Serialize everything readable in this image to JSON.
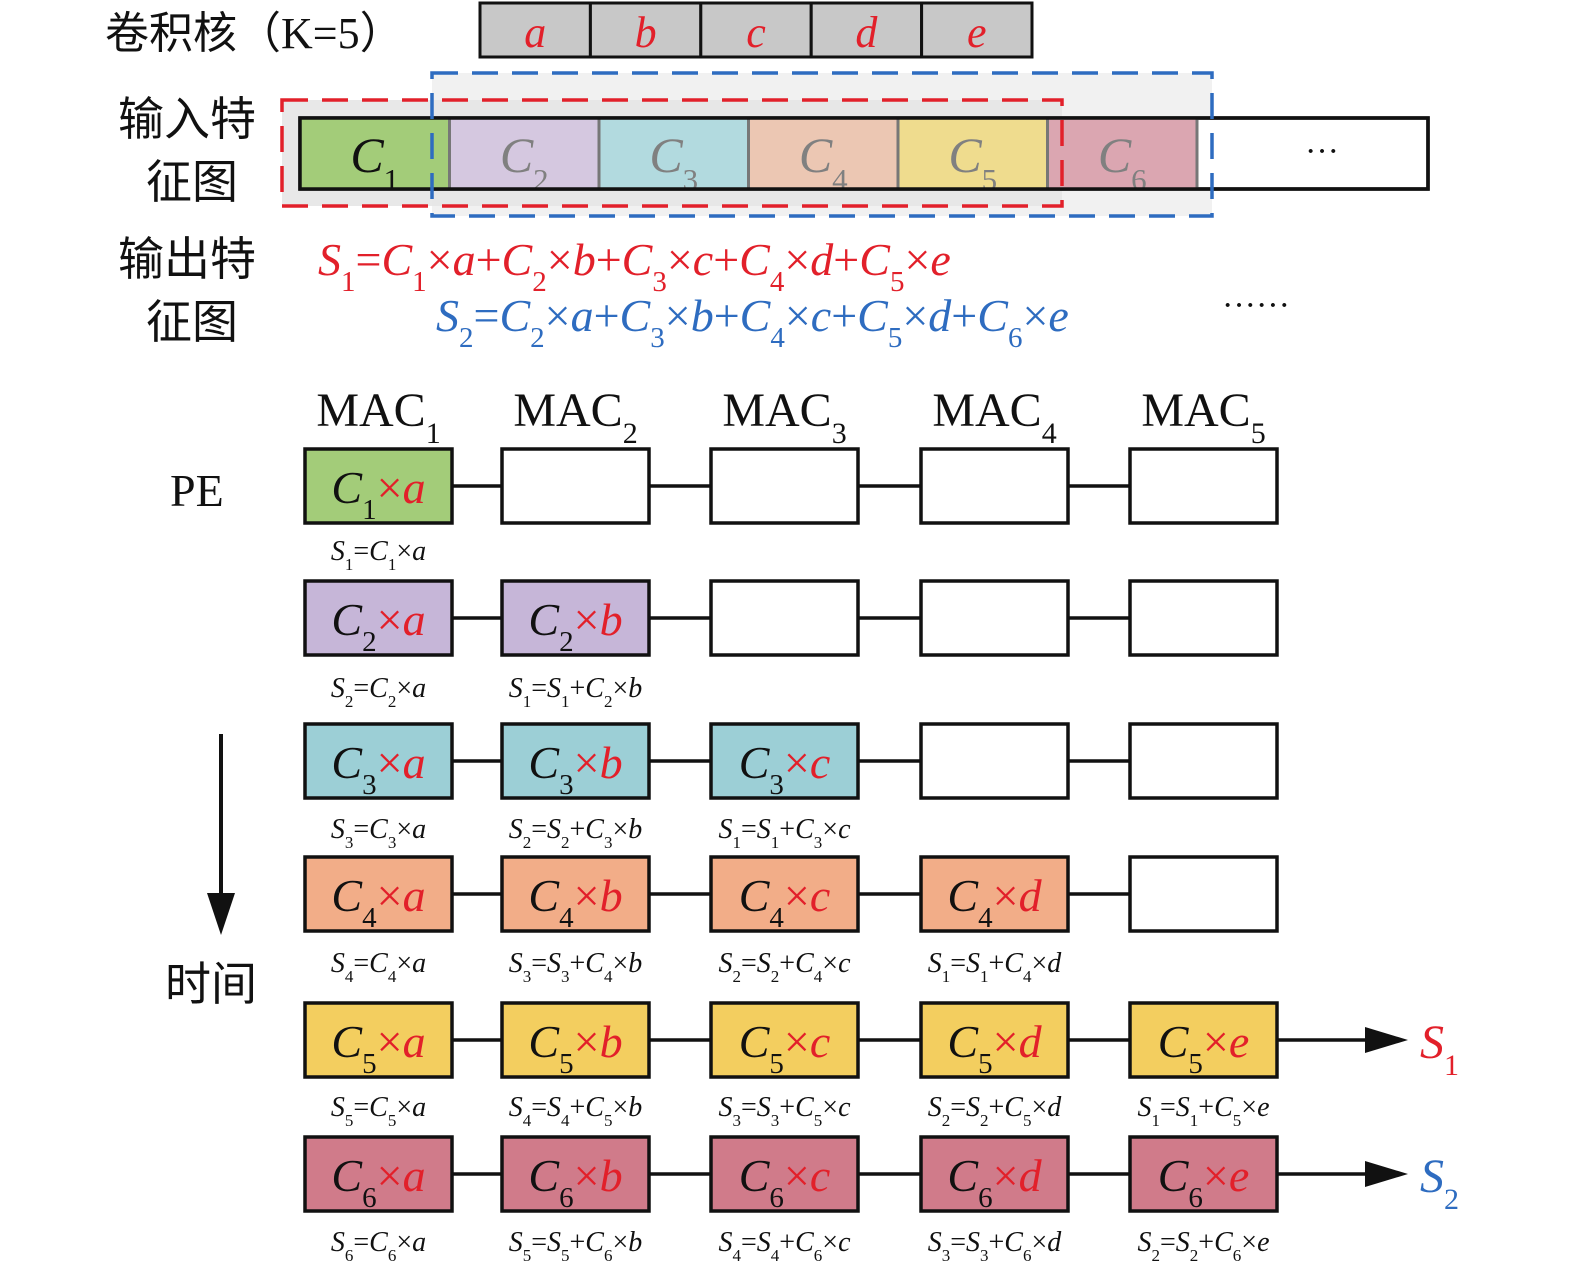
{
  "colors": {
    "red": "#e2202a",
    "blue": "#2e6cc0",
    "black": "#111111",
    "kernel_fill": "#c8c8c8",
    "window_shade": "#e6e6e6",
    "c_fills": [
      "#a3cc79",
      "#c6b6d8",
      "#9ccfd6",
      "#f2ad88",
      "#f3ce5f",
      "#d07b8a"
    ],
    "c_fills_light": [
      "#a3cc79",
      "#d5c8e0",
      "#b2dadf",
      "#ecc7b3",
      "#efdc8e",
      "#dba6b1"
    ]
  },
  "labels": {
    "kernel_label": "卷积核（K=5）",
    "input_label_line1": "输入特",
    "input_label_line2": "征图",
    "output_label_line1": "输出特",
    "output_label_line2": "征图",
    "pe_label": "PE",
    "time_label": "时间",
    "ellipsis_box": "···",
    "ellipsis_formula": "······"
  },
  "kernel": [
    "a",
    "b",
    "c",
    "d",
    "e"
  ],
  "input_cells": [
    {
      "base": "C",
      "sub": "1"
    },
    {
      "base": "C",
      "sub": "2"
    },
    {
      "base": "C",
      "sub": "3"
    },
    {
      "base": "C",
      "sub": "4"
    },
    {
      "base": "C",
      "sub": "5"
    },
    {
      "base": "C",
      "sub": "6"
    }
  ],
  "formulas": {
    "s1": "S1=C1×a+C2×b+C3×c+C4×d+C5×e",
    "s2": "S2=C2×a+C3×b+C4×c+C5×d+C6×e"
  },
  "mac_headers": [
    "MAC1",
    "MAC2",
    "MAC3",
    "MAC4",
    "MAC5"
  ],
  "rows": [
    {
      "cells": [
        "C1×a",
        "",
        "",
        "",
        ""
      ],
      "notes": [
        "S1=C1×a",
        "",
        "",
        "",
        ""
      ]
    },
    {
      "cells": [
        "C2×a",
        "C2×b",
        "",
        "",
        ""
      ],
      "notes": [
        "S2=C2×a",
        "S1=S1+C2×b",
        "",
        "",
        ""
      ]
    },
    {
      "cells": [
        "C3×a",
        "C3×b",
        "C3×c",
        "",
        ""
      ],
      "notes": [
        "S3=C3×a",
        "S2=S2+C3×b",
        "S1=S1+C3×c",
        "",
        ""
      ]
    },
    {
      "cells": [
        "C4×a",
        "C4×b",
        "C4×c",
        "C4×d",
        ""
      ],
      "notes": [
        "S4=C4×a",
        "S3=S3+C4×b",
        "S2=S2+C4×c",
        "S1=S1+C4×d",
        ""
      ]
    },
    {
      "cells": [
        "C5×a",
        "C5×b",
        "C5×c",
        "C5×d",
        "C5×e"
      ],
      "notes": [
        "S5=C5×a",
        "S4=S4+C5×b",
        "S3=S3+C5×c",
        "S2=S2+C5×d",
        "S1=S1+C5×e"
      ],
      "output": "S1"
    },
    {
      "cells": [
        "C6×a",
        "C6×b",
        "C6×c",
        "C6×d",
        "C6×e"
      ],
      "notes": [
        "S6=C6×a",
        "S5=S5+C6×b",
        "S4=S4+C6×c",
        "S3=S3+C6×d",
        "S2=S2+C6×e"
      ],
      "output": "S2"
    }
  ]
}
